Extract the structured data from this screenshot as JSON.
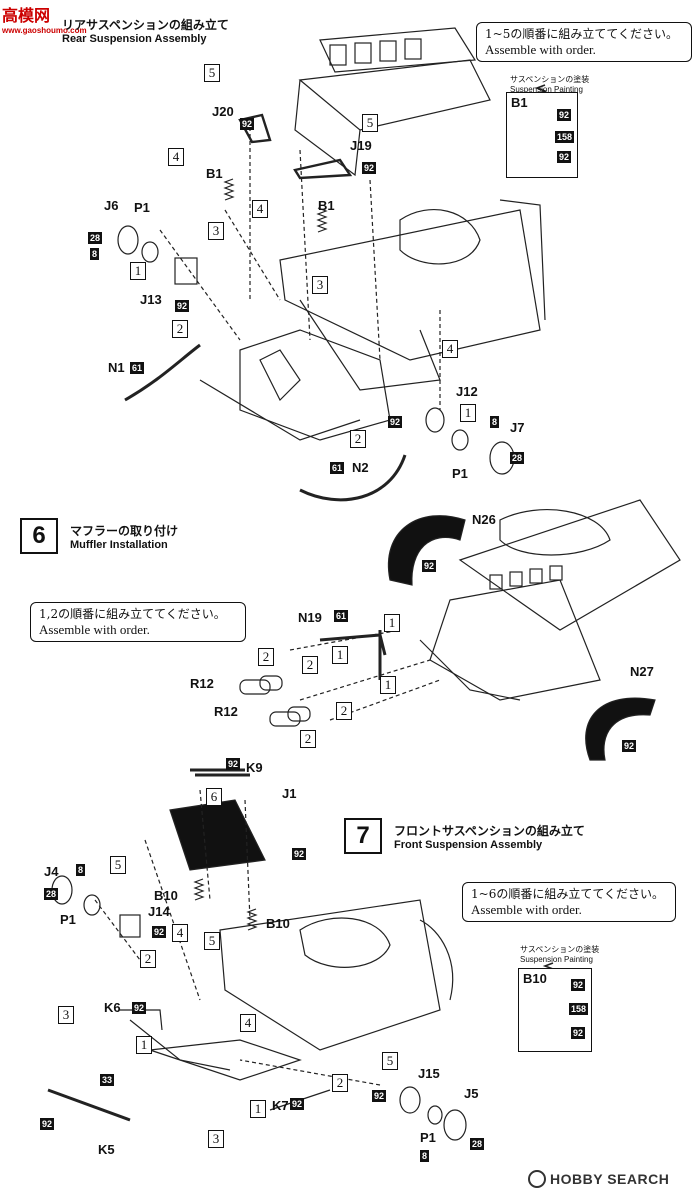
{
  "watermark": {
    "top": "高模网",
    "url": "www.gaoshoumo.com"
  },
  "step5": {
    "title_jp": "リアサスペンションの組み立て",
    "title_en": "Rear Suspension Assembly",
    "note_jp": "1~5の順番に組み立ててください。",
    "note_en": "Assemble with order.",
    "paint_box": {
      "title_jp": "サスペンションの塗装",
      "title_en": "Suspension Painting",
      "part": "B1",
      "paints": [
        "92",
        "158",
        "92"
      ]
    },
    "labels": [
      "J20",
      "J19",
      "B1",
      "B1",
      "J6",
      "P1",
      "J13",
      "N1",
      "J12",
      "J7",
      "P1",
      "N2"
    ],
    "paints": [
      "92",
      "92",
      "28",
      "8",
      "92",
      "61",
      "92",
      "8",
      "28",
      "61"
    ],
    "seq": [
      "5",
      "5",
      "4",
      "4",
      "3",
      "3",
      "1",
      "2",
      "4",
      "1",
      "2"
    ]
  },
  "step6": {
    "num": "6",
    "title_jp": "マフラーの取り付け",
    "title_en": "Muffler Installation",
    "note_jp": "1,2の順番に組み立ててください。",
    "note_en": "Assemble with order.",
    "labels": [
      "N26",
      "N19",
      "R12",
      "R12",
      "N27"
    ],
    "paints": [
      "92",
      "61",
      "92"
    ],
    "seq": [
      "1",
      "2",
      "2",
      "1",
      "1",
      "2",
      "2"
    ]
  },
  "step7": {
    "num": "7",
    "title_jp": "フロントサスペンションの組み立て",
    "title_en": "Front Suspension Assembly",
    "note_jp": "1~6の順番に組み立ててください。",
    "note_en": "Assemble with order.",
    "paint_box": {
      "title_jp": "サスペンションの塗装",
      "title_en": "Suspension Painting",
      "part": "B10",
      "paints": [
        "92",
        "158",
        "92"
      ]
    },
    "labels": [
      "K9",
      "J1",
      "J4",
      "P1",
      "J14",
      "B10",
      "B10",
      "K6",
      "K7",
      "K5",
      "J15",
      "J5",
      "P1"
    ],
    "paints": [
      "92",
      "92",
      "8",
      "28",
      "92",
      "92",
      "92",
      "33",
      "92",
      "92",
      "8",
      "28"
    ],
    "seq": [
      "6",
      "5",
      "4",
      "5",
      "2",
      "3",
      "1",
      "4",
      "1",
      "5",
      "2",
      "3"
    ]
  },
  "footer": {
    "brand": "HOBBY SEARCH"
  }
}
